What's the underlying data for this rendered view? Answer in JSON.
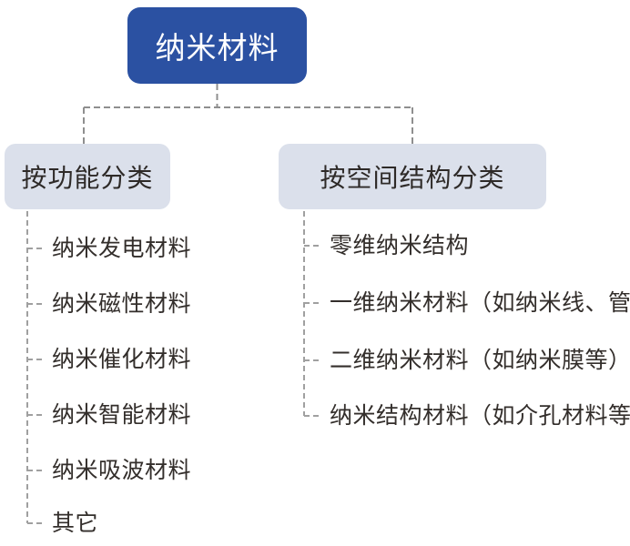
{
  "root": {
    "label": "纳米材料"
  },
  "branches": [
    {
      "label": "按功能分类",
      "items": [
        {
          "label": "纳米发电材料"
        },
        {
          "label": "纳米磁性材料"
        },
        {
          "label": "纳米催化材料"
        },
        {
          "label": "纳米智能材料"
        },
        {
          "label": "纳米吸波材料"
        },
        {
          "label": "其它"
        }
      ]
    },
    {
      "label": "按空间结构分类",
      "items": [
        {
          "label": "零维纳米结构"
        },
        {
          "label": "一维纳米材料（如纳米线、管等）"
        },
        {
          "label": "二维纳米材料（如纳米膜等）"
        },
        {
          "label": "纳米结构材料（如介孔材料等）"
        }
      ]
    }
  ],
  "colors": {
    "root_bg": "#2B51A2",
    "root_text": "#FFFFFF",
    "branch_bg": "#DBE0EB",
    "branch_text": "#2E2A28",
    "item_text": "#332E2B",
    "connector": "#8F8F8F",
    "child_connector": "#A0A0A0"
  }
}
